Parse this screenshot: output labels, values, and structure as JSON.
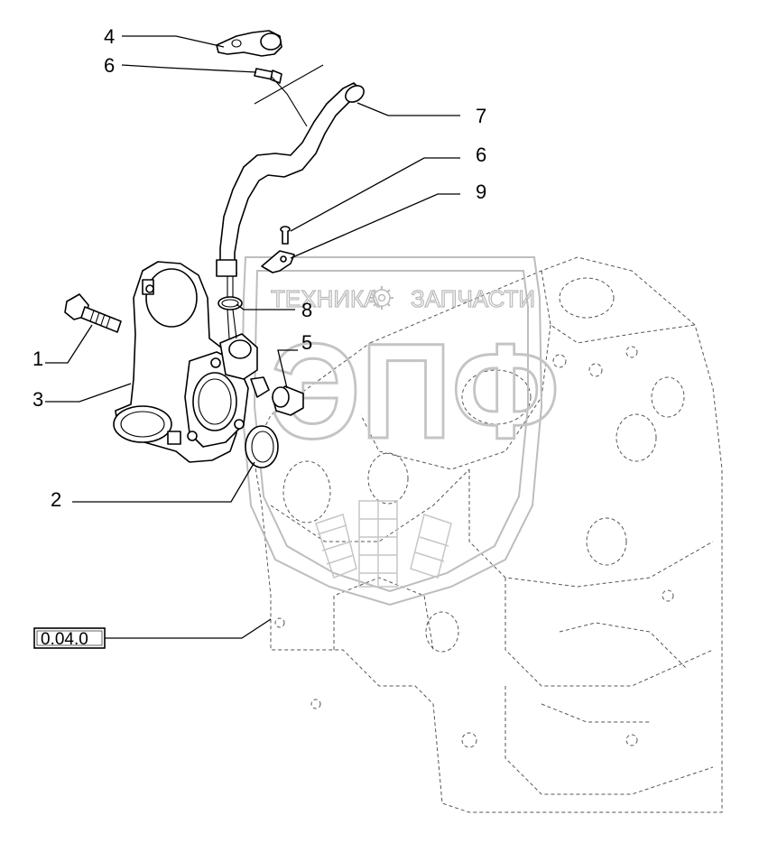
{
  "watermark": {
    "text_left": "ТЕХНИКА",
    "text_right": "ЗАПЧАСТИ",
    "logo_letters": "ЭПФ",
    "gear_icon": "gear-icon"
  },
  "reference_box": {
    "label": "0.04.0"
  },
  "callouts": [
    {
      "id": "c4a",
      "label": "4"
    },
    {
      "id": "c6a",
      "label": "6"
    },
    {
      "id": "c7",
      "label": "7"
    },
    {
      "id": "c6b",
      "label": "6"
    },
    {
      "id": "c9",
      "label": "9"
    },
    {
      "id": "c8",
      "label": "8"
    },
    {
      "id": "c5",
      "label": "5"
    },
    {
      "id": "c1",
      "label": "1"
    },
    {
      "id": "c3",
      "label": "3"
    },
    {
      "id": "c2",
      "label": "2"
    }
  ]
}
